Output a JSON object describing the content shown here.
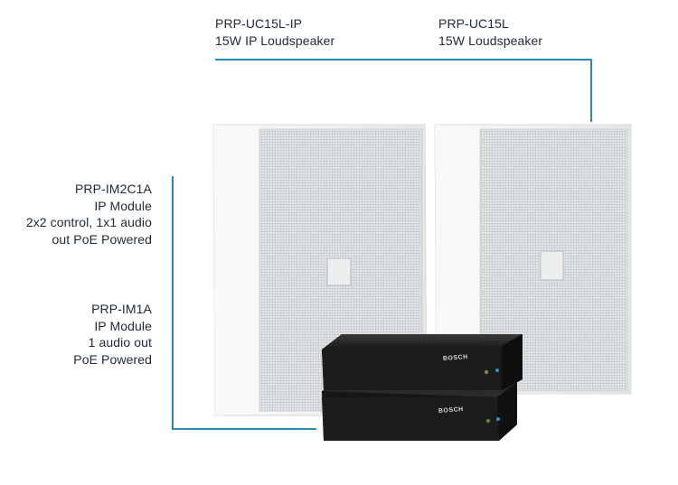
{
  "labels": {
    "speaker_ip": {
      "model": "PRP-UC15L-IP",
      "desc": "15W IP Loudspeaker"
    },
    "speaker": {
      "model": "PRP-UC15L",
      "desc": "15W Loudspeaker"
    },
    "module_control": {
      "model": "PRP-IM2C1A",
      "line1": "IP Module",
      "line2": "2x2 control, 1x1 audio",
      "line3": "out PoE Powered"
    },
    "module_audio": {
      "model": "PRP-IM1A",
      "line1": "IP Module",
      "line2": "1 audio out",
      "line3": "PoE Powered"
    }
  },
  "brand": "BOSCH",
  "colors": {
    "callout_line": "#2a8bb6",
    "module": "#1e1e1e",
    "grille": "#d9dcdd",
    "cabinet": "#f1f2f2"
  }
}
